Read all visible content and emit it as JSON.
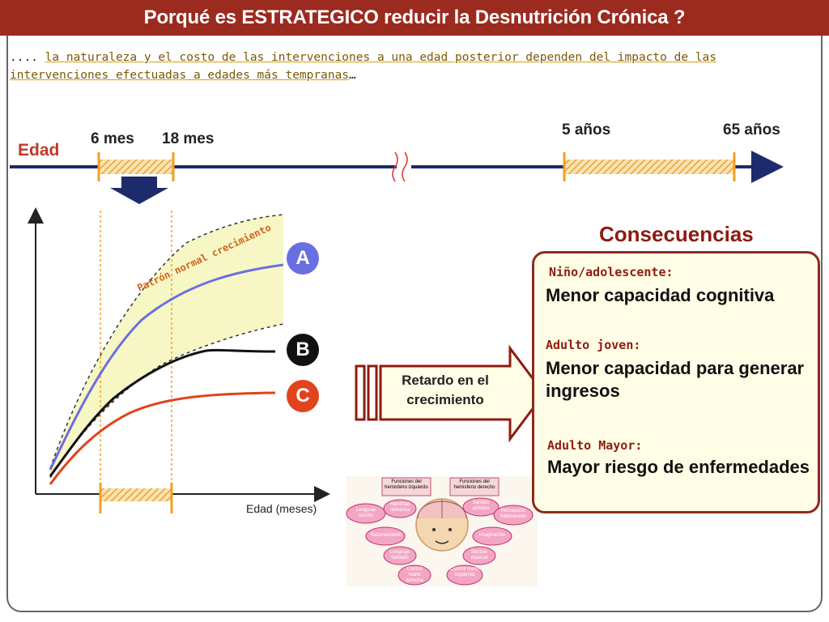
{
  "title": "Porqué es ESTRATEGICO reducir la Desnutrición Crónica ?",
  "intro": {
    "prefix": ".... ",
    "underlined": "la naturaleza y el costo de las intervenciones a una edad posterior dependen del impacto de las intervenciones efectuadas a edades más tempranas",
    "suffix": "…"
  },
  "timeline": {
    "axis_label": "Edad",
    "ticks": [
      "6 mes",
      "18 mes",
      "5 años",
      "65 años"
    ]
  },
  "chart_data": {
    "type": "line",
    "xlabel": "Edad (meses)",
    "band_label": "Patrón normal crecimiento",
    "series": [
      {
        "name": "A",
        "color": "#6a6fe0"
      },
      {
        "name": "B",
        "color": "#111111"
      },
      {
        "name": "C",
        "color": "#e0441c"
      }
    ]
  },
  "arrow_label": "Retardo en el crecimiento",
  "consequences": {
    "title": "Consecuencias",
    "items": [
      {
        "group": "Niño/adolescente:",
        "text": "Menor capacidad cognitiva"
      },
      {
        "group": "Adulto joven:",
        "text": "Menor capacidad para generar ingresos"
      },
      {
        "group": "Adulto Mayor:",
        "text": "Mayor riesgo de enfermedades"
      }
    ]
  },
  "brain": {
    "left_header": "Funciones del hemisferio izquierdo",
    "right_header": "Funciones del hemisferio derecho",
    "labels": [
      "Habilidad numérica",
      "Lenguaje escrito",
      "Razonamiento",
      "Lenguaje hablado",
      "Control mano derecha",
      "Sentido artístico",
      "Percepción tridimensión",
      "Imaginación",
      "Sentido musical",
      "Control mano izquierda"
    ]
  },
  "colors": {
    "title_bg": "#9b2a1f",
    "accent": "#8e1b10",
    "band": "#f7f7c6",
    "hatch": "#f0a830"
  }
}
